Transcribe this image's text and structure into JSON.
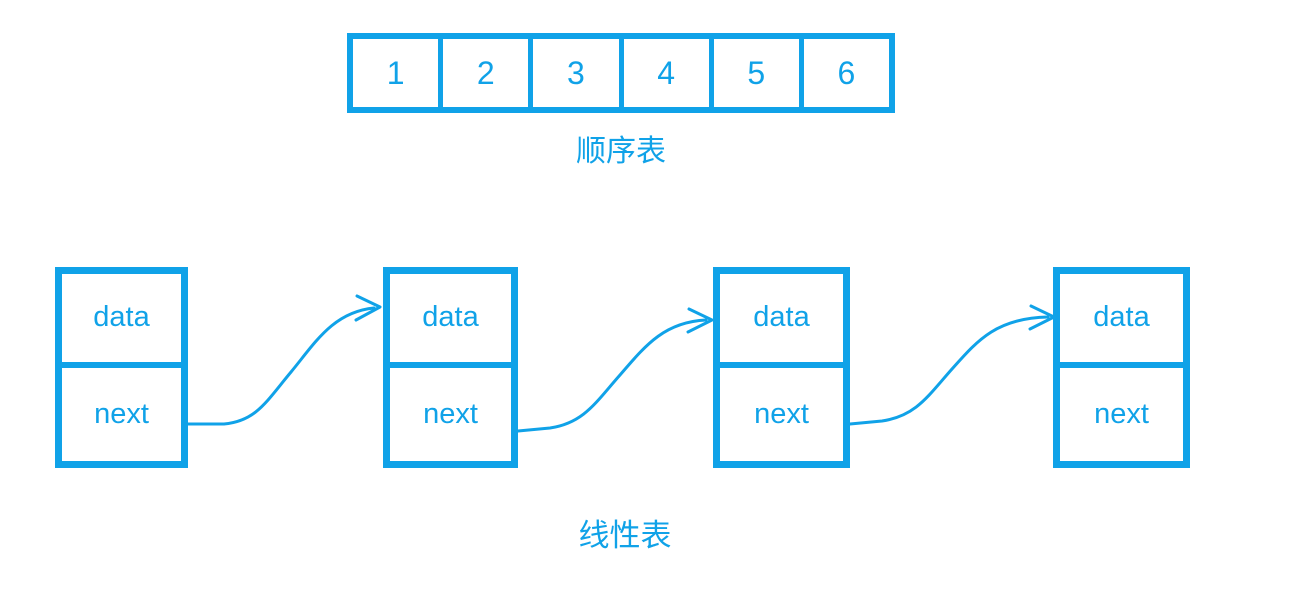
{
  "colors": {
    "accent_blue": "#10a2e8",
    "background": "#ffffff"
  },
  "sequential_table": {
    "cells": [
      "1",
      "2",
      "3",
      "4",
      "5",
      "6"
    ],
    "label": "顺序表"
  },
  "linked_list": {
    "label": "线性表",
    "nodes": [
      {
        "data_label": "data",
        "next_label": "next"
      },
      {
        "data_label": "data",
        "next_label": "next"
      },
      {
        "data_label": "data",
        "next_label": "next"
      },
      {
        "data_label": "data",
        "next_label": "next"
      }
    ]
  }
}
